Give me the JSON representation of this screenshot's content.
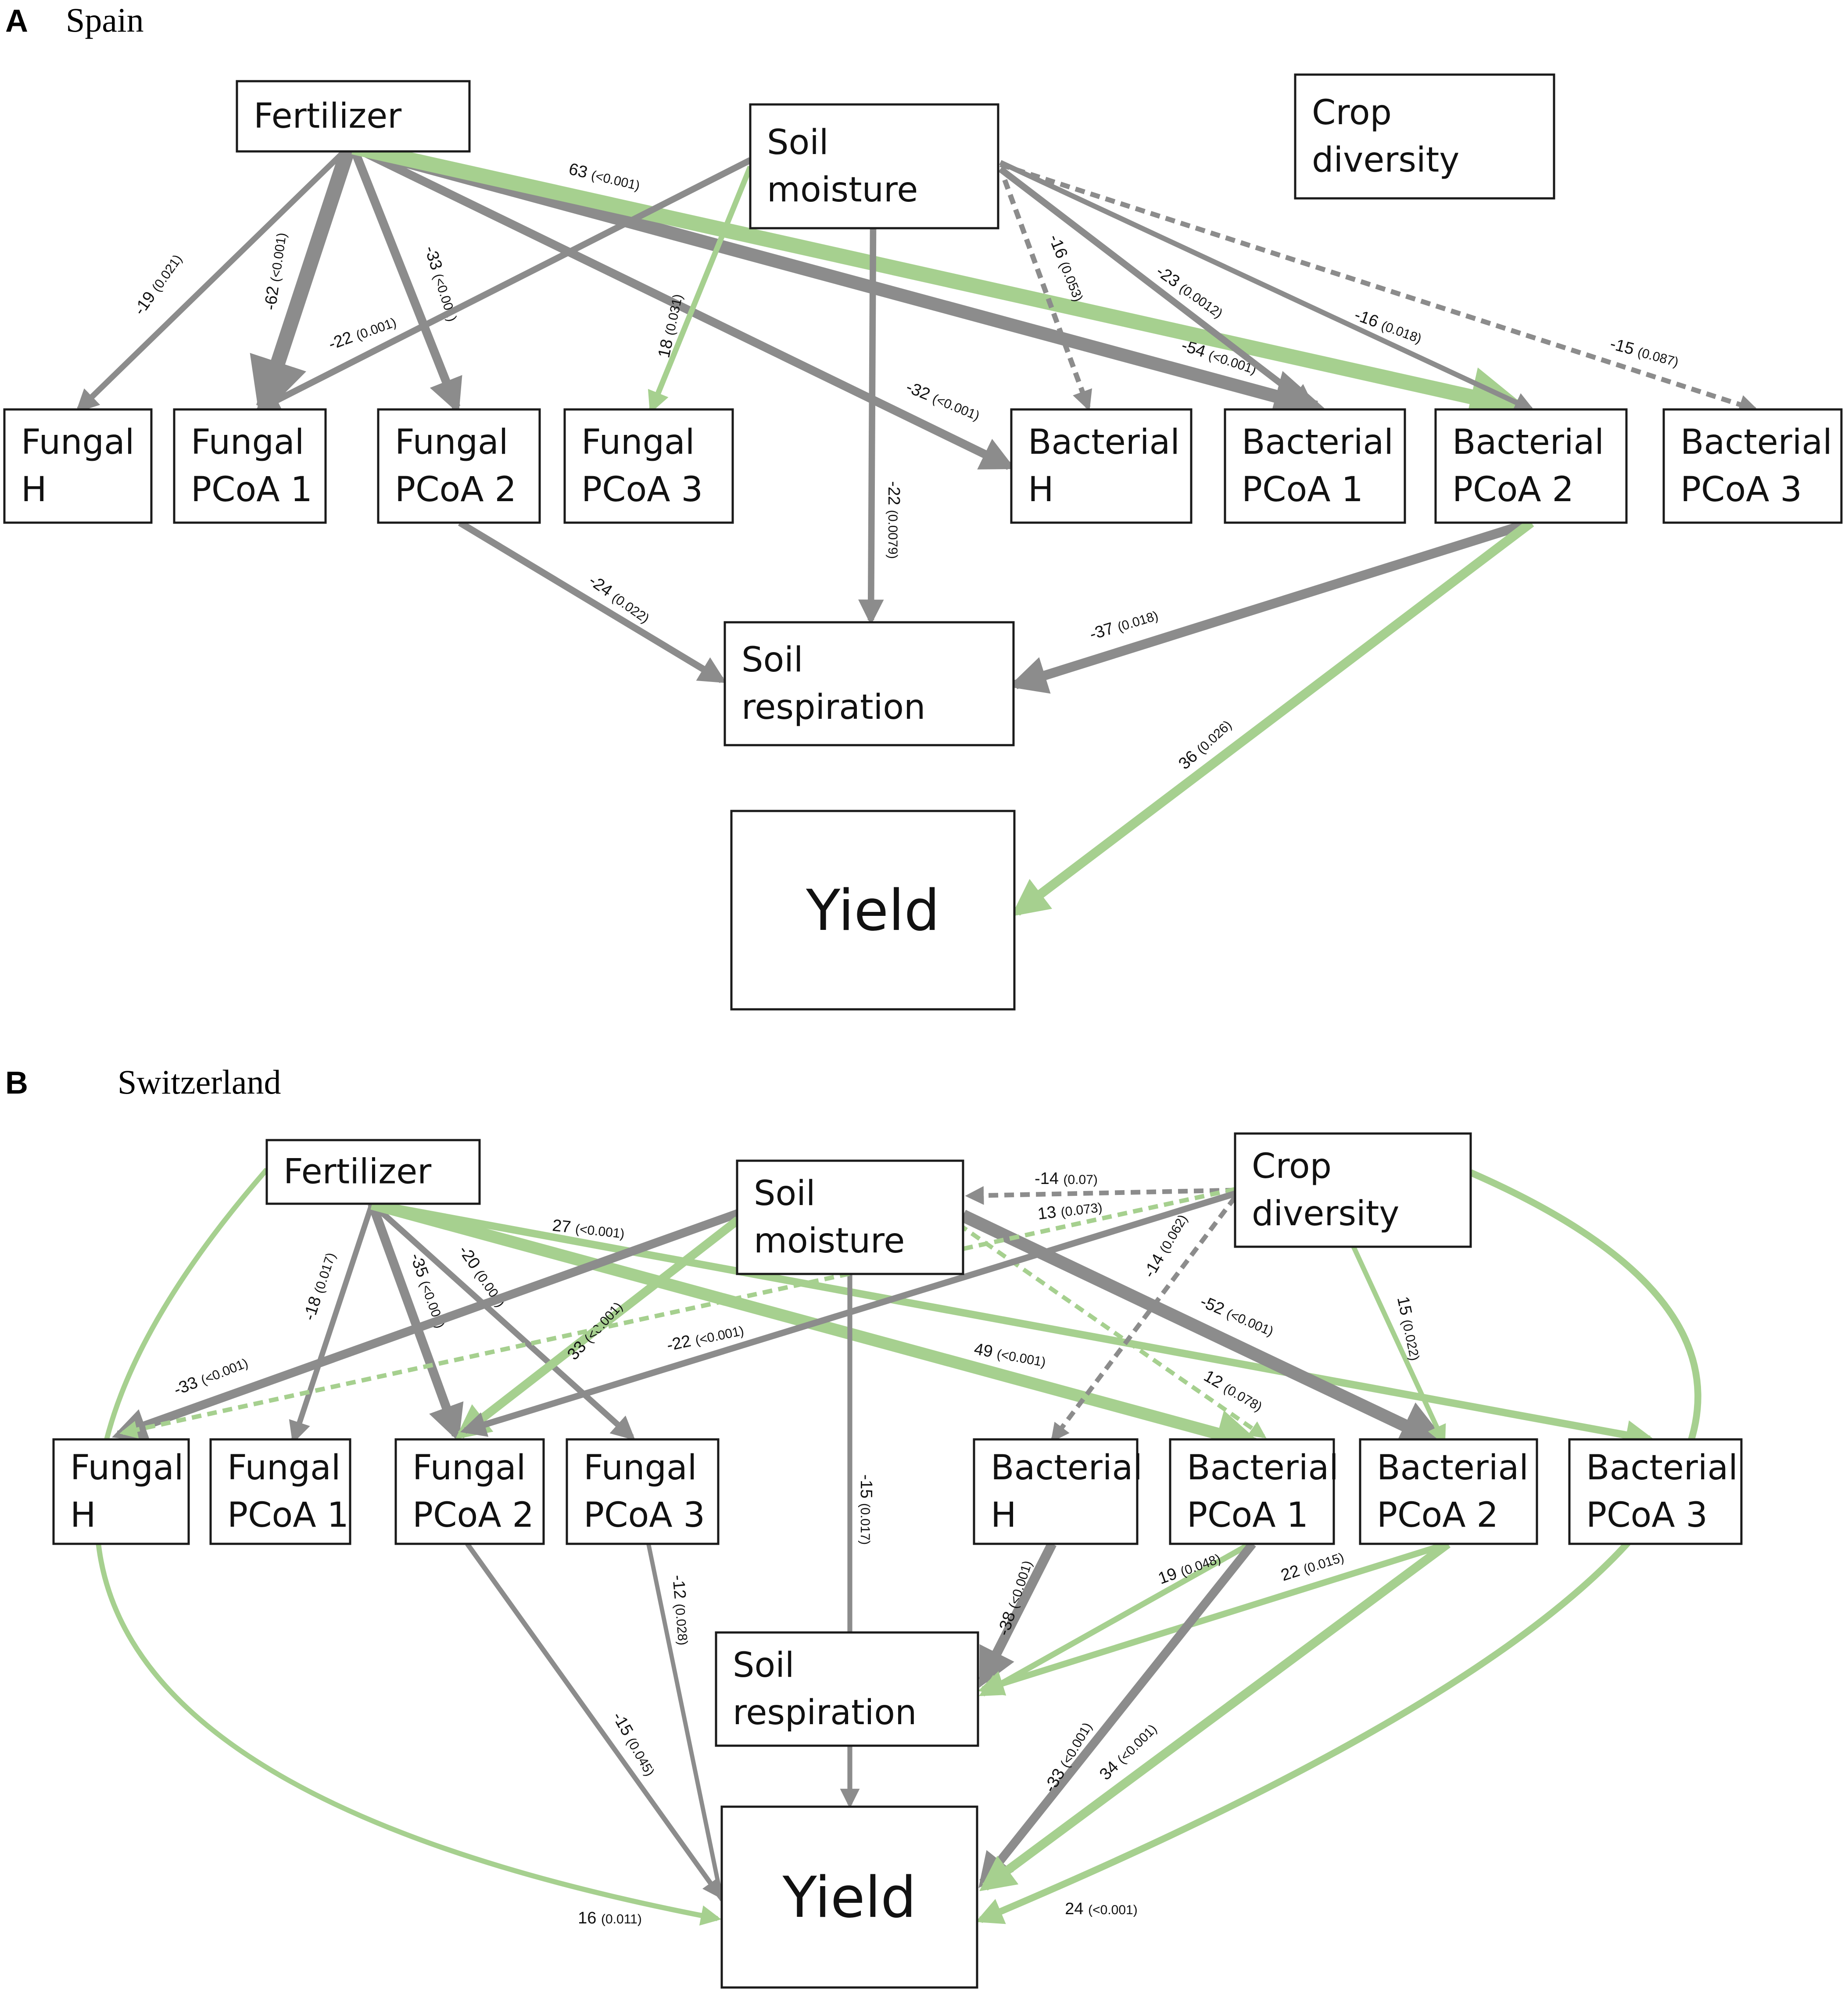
{
  "colors": {
    "negative": "#8c8c8c",
    "positive": "#a6d08f"
  },
  "panels": [
    {
      "letter": "A",
      "title": "Spain",
      "nodes": {
        "fert": [
          "Fertilizer"
        ],
        "soilm": [
          "Soil",
          "moisture"
        ],
        "crop": [
          "Crop",
          "diversity"
        ],
        "fh": [
          "Fungal",
          "H"
        ],
        "fp1": [
          "Fungal",
          "PCoA 1"
        ],
        "fp2": [
          "Fungal",
          "PCoA 2"
        ],
        "fp3": [
          "Fungal",
          "PCoA 3"
        ],
        "bh": [
          "Bacterial",
          "H"
        ],
        "bp1": [
          "Bacterial",
          "PCoA 1"
        ],
        "bp2": [
          "Bacterial",
          "PCoA 2"
        ],
        "bp3": [
          "Bacterial",
          "PCoA 3"
        ],
        "resp": [
          "Soil",
          "respiration"
        ],
        "yield": [
          "Yield"
        ]
      },
      "edges": [
        {
          "from": "fert",
          "to": "fh",
          "value": -19,
          "p": "0.021",
          "dashed": false
        },
        {
          "from": "fert",
          "to": "fp1",
          "value": -62,
          "p": "<0.001",
          "dashed": false
        },
        {
          "from": "fert",
          "to": "fp2",
          "value": -33,
          "p": "<0.001",
          "dashed": false
        },
        {
          "from": "fert",
          "to": "bh",
          "value": -32,
          "p": "<0.001",
          "dashed": false
        },
        {
          "from": "fert",
          "to": "bp1",
          "value": -54,
          "p": "<0.001",
          "dashed": false
        },
        {
          "from": "fert",
          "to": "bp2",
          "value": 63,
          "p": "<0.001",
          "dashed": false
        },
        {
          "from": "soilm",
          "to": "fp1",
          "value": -22,
          "p": "0.001",
          "dashed": false
        },
        {
          "from": "soilm",
          "to": "fp3",
          "value": 18,
          "p": "0.031",
          "dashed": false
        },
        {
          "from": "soilm",
          "to": "resp",
          "value": -22,
          "p": "0.0079",
          "dashed": false
        },
        {
          "from": "soilm",
          "to": "bh",
          "value": -16,
          "p": "0.053",
          "dashed": true
        },
        {
          "from": "soilm",
          "to": "bp1",
          "value": -23,
          "p": "0.0012",
          "dashed": false
        },
        {
          "from": "soilm",
          "to": "bp2",
          "value": -16,
          "p": "0.018",
          "dashed": false
        },
        {
          "from": "soilm",
          "to": "bp3",
          "value": -15,
          "p": "0.087",
          "dashed": true
        },
        {
          "from": "fp2",
          "to": "resp",
          "value": -24,
          "p": "0.022",
          "dashed": false
        },
        {
          "from": "bp2",
          "to": "resp",
          "value": -37,
          "p": "0.018",
          "dashed": false
        },
        {
          "from": "bp2",
          "to": "yield",
          "value": 36,
          "p": "0.026",
          "dashed": false
        }
      ]
    },
    {
      "letter": "B",
      "title": "Switzerland",
      "nodes": {
        "fert": [
          "Fertilizer"
        ],
        "soilm": [
          "Soil",
          "moisture"
        ],
        "crop": [
          "Crop",
          "diversity"
        ],
        "fh": [
          "Fungal",
          "H"
        ],
        "fp1": [
          "Fungal",
          "PCoA 1"
        ],
        "fp2": [
          "Fungal",
          "PCoA 2"
        ],
        "fp3": [
          "Fungal",
          "PCoA 3"
        ],
        "bh": [
          "Bacterial",
          "H"
        ],
        "bp1": [
          "Bacterial",
          "PCoA 1"
        ],
        "bp2": [
          "Bacterial",
          "PCoA 2"
        ],
        "bp3": [
          "Bacterial",
          "PCoA 3"
        ],
        "resp": [
          "Soil",
          "respiration"
        ],
        "yield": [
          "Yield"
        ]
      },
      "edges": [
        {
          "from": "fert",
          "to": "fp1",
          "value": -18,
          "p": "0.017",
          "dashed": false
        },
        {
          "from": "fert",
          "to": "fp2",
          "value": -35,
          "p": "<0.001",
          "dashed": false
        },
        {
          "from": "fert",
          "to": "fp3",
          "value": -20,
          "p": "0.006",
          "dashed": false
        },
        {
          "from": "fert",
          "to": "bp3",
          "value": 27,
          "p": "<0.001",
          "dashed": false
        },
        {
          "from": "fert",
          "to": "bp1",
          "value": 49,
          "p": "<0.001",
          "dashed": false
        },
        {
          "from": "fert",
          "to": "yield",
          "value": 16,
          "p": "0.011",
          "dashed": false
        },
        {
          "from": "soilm",
          "to": "fh",
          "value": -33,
          "p": "<0.001",
          "dashed": false
        },
        {
          "from": "soilm",
          "to": "fp2",
          "value": 33,
          "p": "<0.001",
          "dashed": false
        },
        {
          "from": "soilm",
          "to": "yield",
          "value": -15,
          "p": "0.017",
          "dashed": false
        },
        {
          "from": "soilm",
          "to": "bp2",
          "value": -52,
          "p": "<0.001",
          "dashed": false
        },
        {
          "from": "soilm",
          "to": "bp1",
          "value": 12,
          "p": "0.078",
          "dashed": true
        },
        {
          "from": "crop",
          "to": "soilm",
          "value": -14,
          "p": "0.07",
          "dashed": true
        },
        {
          "from": "crop",
          "to": "fh",
          "value": 13,
          "p": "0.073",
          "dashed": true
        },
        {
          "from": "crop",
          "to": "fp2",
          "value": -22,
          "p": "<0.001",
          "dashed": false
        },
        {
          "from": "crop",
          "to": "bh",
          "value": -14,
          "p": "0.062",
          "dashed": true
        },
        {
          "from": "crop",
          "to": "bp2",
          "value": 15,
          "p": "0.022",
          "dashed": false
        },
        {
          "from": "crop",
          "to": "yield",
          "value": 24,
          "p": "<0.001",
          "dashed": false
        },
        {
          "from": "fp2",
          "to": "yield",
          "value": -15,
          "p": "0.045",
          "dashed": false
        },
        {
          "from": "fp3",
          "to": "yield",
          "value": -12,
          "p": "0.028",
          "dashed": false
        },
        {
          "from": "bh",
          "to": "resp",
          "value": -38,
          "p": "<0.001",
          "dashed": false
        },
        {
          "from": "bp1",
          "to": "resp",
          "value": 19,
          "p": "0.048",
          "dashed": false
        },
        {
          "from": "bp2",
          "to": "resp",
          "value": 22,
          "p": "0.015",
          "dashed": false
        },
        {
          "from": "bp1",
          "to": "yield",
          "value": -33,
          "p": "<0.001",
          "dashed": false
        },
        {
          "from": "bp2",
          "to": "yield",
          "value": 34,
          "p": "<0.001",
          "dashed": false
        }
      ]
    }
  ]
}
